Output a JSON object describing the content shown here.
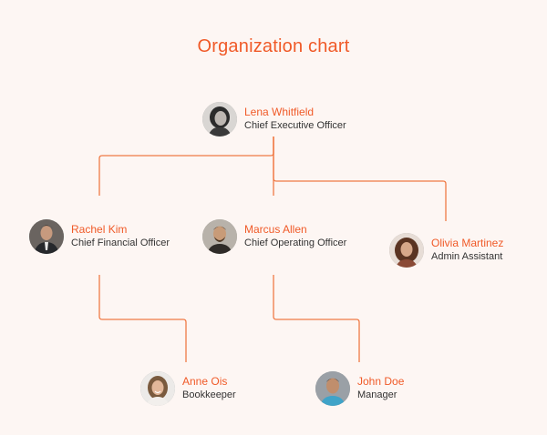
{
  "title": "Organization chart",
  "colors": {
    "accent": "#f05a28",
    "line": "#f07a45",
    "background": "#fdf6f3",
    "role_text": "#333333"
  },
  "nodes": [
    {
      "id": "lena",
      "name": "Lena Whitfield",
      "role": "Chief Executive Officer",
      "avatar_icon": "woman-portrait-bw",
      "parent": null
    },
    {
      "id": "rachel",
      "name": "Rachel Kim",
      "role": "Chief Financial Officer",
      "avatar_icon": "man-portrait-suit",
      "parent": "lena"
    },
    {
      "id": "marcus",
      "name": "Marcus Allen",
      "role": "Chief Operating Officer",
      "avatar_icon": "man-portrait-beard",
      "parent": "lena"
    },
    {
      "id": "olivia",
      "name": "Olivia Martinez",
      "role": "Admin Assistant",
      "avatar_icon": "woman-portrait-curly",
      "parent": "lena"
    },
    {
      "id": "anne",
      "name": "Anne Ois",
      "role": "Bookkeeper",
      "avatar_icon": "woman-portrait-smiling",
      "parent": "rachel"
    },
    {
      "id": "john",
      "name": "John Doe",
      "role": "Manager",
      "avatar_icon": "man-portrait-blue",
      "parent": "marcus"
    }
  ]
}
